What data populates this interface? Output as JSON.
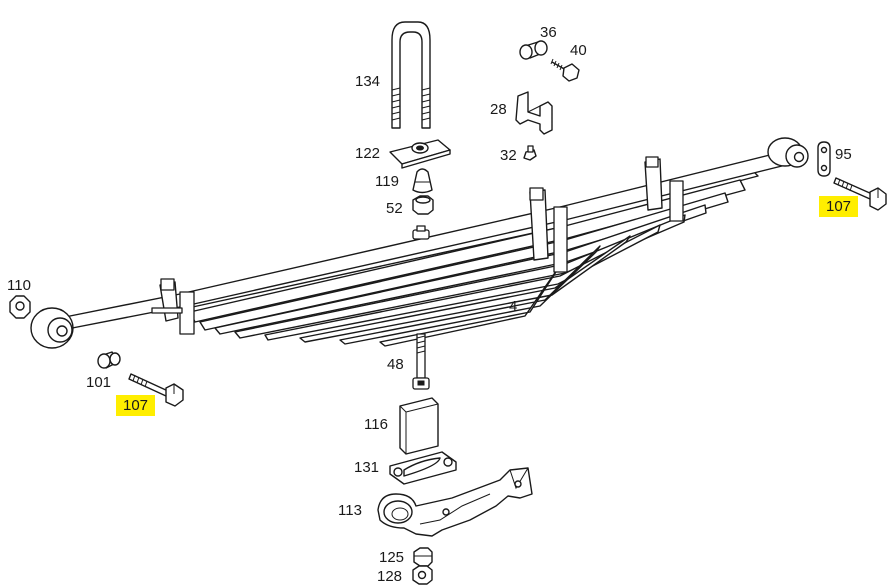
{
  "parts": [
    {
      "id": "part-134",
      "label": "134",
      "highlight": false
    },
    {
      "id": "part-36",
      "label": "36",
      "highlight": false
    },
    {
      "id": "part-40",
      "label": "40",
      "highlight": false
    },
    {
      "id": "part-28",
      "label": "28",
      "highlight": false
    },
    {
      "id": "part-122",
      "label": "122",
      "highlight": false
    },
    {
      "id": "part-32",
      "label": "32",
      "highlight": false
    },
    {
      "id": "part-95",
      "label": "95",
      "highlight": false
    },
    {
      "id": "part-119",
      "label": "119",
      "highlight": false
    },
    {
      "id": "part-52",
      "label": "52",
      "highlight": false
    },
    {
      "id": "part-107-right",
      "label": "107",
      "highlight": true
    },
    {
      "id": "part-110",
      "label": "110",
      "highlight": false
    },
    {
      "id": "part-4",
      "label": "4",
      "highlight": false
    },
    {
      "id": "part-48",
      "label": "48",
      "highlight": false
    },
    {
      "id": "part-101",
      "label": "101",
      "highlight": false
    },
    {
      "id": "part-107-left",
      "label": "107",
      "highlight": true
    },
    {
      "id": "part-116",
      "label": "116",
      "highlight": false
    },
    {
      "id": "part-131",
      "label": "131",
      "highlight": false
    },
    {
      "id": "part-113",
      "label": "113",
      "highlight": false
    },
    {
      "id": "part-125",
      "label": "125",
      "highlight": false
    },
    {
      "id": "part-128",
      "label": "128",
      "highlight": false
    }
  ],
  "colors": {
    "highlight": "#ffee00",
    "line": "#1a1a1a",
    "background": "#ffffff"
  }
}
